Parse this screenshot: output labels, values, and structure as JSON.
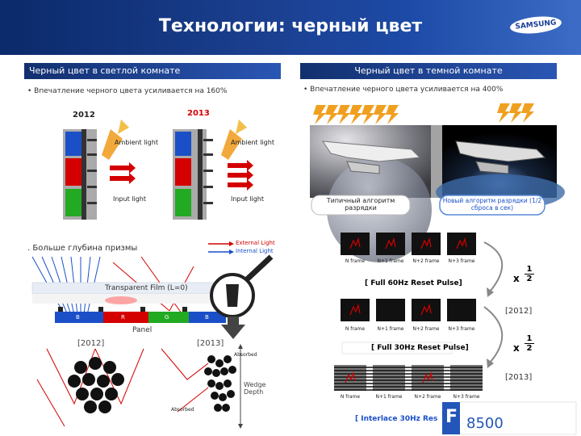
{
  "title": "Технологии: черный цвет",
  "logo": "SAMSUNG",
  "left": {
    "bar": "Черный цвет в светлой комнате",
    "bullet": "• Впечатление черного цвета усиливается на 160%",
    "year_left": "2012",
    "year_right": "2013",
    "ambient": "Ambient light",
    "input": "Input light",
    "prism_bullet": ". Больше глубина призмы",
    "external": "External Light",
    "internal": "Internal Light",
    "film": "Transparent Film (L=0)",
    "panel": "Panel",
    "cells": [
      "B",
      "R",
      "G",
      "B"
    ],
    "label2012": "[2012]",
    "label2013": "[2013]",
    "absorbed": "Absorbed",
    "wedge": "Wedge\nDepth"
  },
  "right": {
    "bar": "Черный цвет в темной комнате",
    "bullet": "• Впечатление черного цвета усиливается на 400%",
    "typical": "Типичный алгоритм разрядки",
    "new_algo": "Новый алгоритм разрядки (1/2 сброса в сек)",
    "frames": [
      "N frame",
      "N+1 frame",
      "N+2 frame",
      "N+3 frame"
    ],
    "reset60": "[ Full 60Hz Reset Pulse]",
    "reset30": "[ Full 30Hz Reset Pulse]",
    "interlace": "[ Interlace 30Hz Res",
    "x_half": "x",
    "one": "1",
    "two": "2",
    "tag2012": "[2012]",
    "tag2013": "[2013]",
    "model_f": "F",
    "model_num": "8500"
  },
  "colors": {
    "header": "#1b3f8f",
    "red": "#d40000",
    "blue": "#1a4fc8",
    "green": "#22aa22"
  }
}
